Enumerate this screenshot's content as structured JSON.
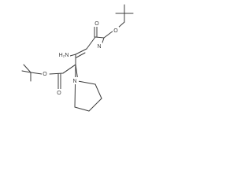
{
  "molecule": {
    "atoms": {
      "amine": "H₂N",
      "imine_nitrogen": "N",
      "carbamate_oxygen_top": "O",
      "carbonyl_oxygen_top": "O",
      "ring_nitrogen": "N",
      "ester_oxygen_left": "O",
      "carbonyl_oxygen_bottom": "O"
    }
  },
  "colors": {
    "bond": "#3c3c3c",
    "background": "#ffffff"
  }
}
